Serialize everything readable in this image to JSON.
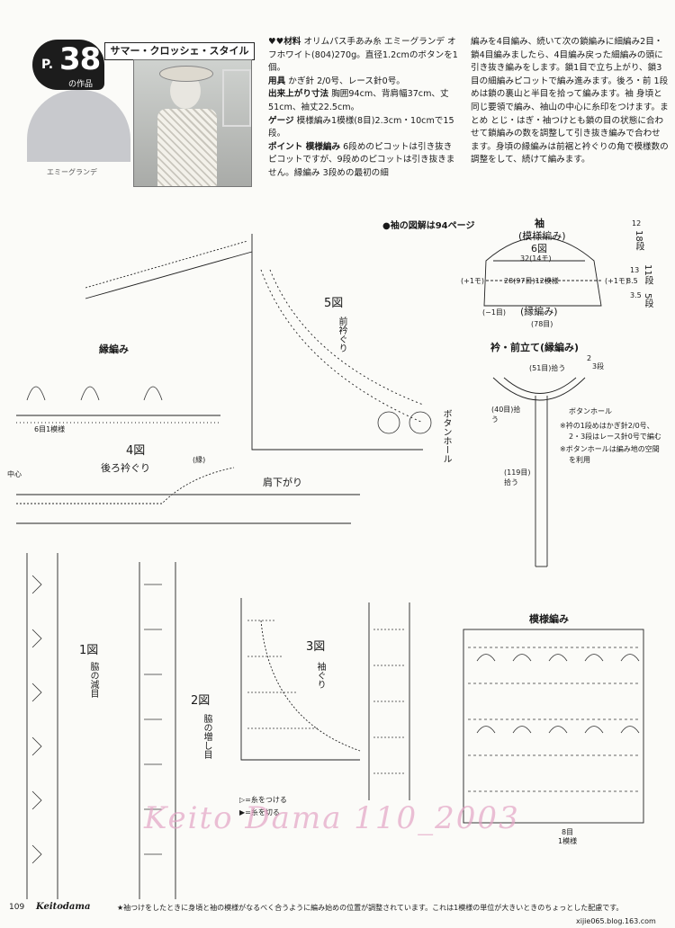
{
  "header": {
    "p_label": "P.",
    "number": "38",
    "works": "の作品",
    "style_title": "サマー・クロッシェ・スタイル",
    "swatch_label": "エミーグランデ"
  },
  "intro": {
    "col1": [
      {
        "k": "♥♥材料",
        "v": " オリムパス手あみ糸 エミーグランデ オフホワイト(804)270g。直径1.2cmのボタンを1個。"
      },
      {
        "k": "用具",
        "v": " かぎ針 2/0号、レース針0号。"
      },
      {
        "k": "出来上がり寸法",
        "v": " 胸囲94cm、背肩幅37cm、丈51cm、袖丈22.5cm。"
      },
      {
        "k": "ゲージ",
        "v": " 模様編み1模様(8目)2.3cm・10cmで15段。"
      },
      {
        "k": "ポイント 模様編み",
        "v": " 6段めのピコットは引き抜きピコットですが、9段めのピコットは引き抜きません。縁編み 3段めの最初の細"
      }
    ],
    "col2": "編みを4目編み、続いて次の鎖編みに細編み2目・鎖4目編みましたら、4目編み戻った細編みの頭に引き抜き編みをします。鎖1目で立ち上がり、鎖3目の細編みピコットで編み進みます。後ろ・前 1段めは鎖の裏山と半目を拾って編みます。袖 身頃と同じ要領で編み、袖山の中心に糸印をつけます。まとめ とじ・はぎ・袖つけとも鎖の目の状態に合わせて鎖編みの数を調整して引き抜き編みで合わせます。身頃の縁編みは前裾と衿ぐりの角で模様数の調整をして、続けて編みます。"
  },
  "labels": {
    "sleeve_ref": "●袖の図解は94ページ",
    "sleeve": "袖",
    "sleeve_sub": "(模様編み)",
    "fig6": "6図",
    "s32": "32(14モ)",
    "s28": "28(97目)12模様",
    "s1m": "(+1モ)",
    "s1m2": "(+1モ)",
    "edge": "(縁編み)",
    "s19": "(−1目)",
    "s78": "(78目)",
    "s12": "12",
    "s18": "18段",
    "s11": "11段",
    "s13": "13",
    "s85": "8.5",
    "s35": "3.5",
    "s5": "5段",
    "collar": "衿・前立て(縁編み)",
    "c51": "(51目)拾う",
    "c40": "(40目)拾う",
    "c119": "(119目)拾う",
    "buttonhole": "ボタンホール",
    "note1": "※衿の1段めはかぎ針2/0号、",
    "note2": "2・3段はレース針0号で編む",
    "note3": "※ボタンホールは編み地の空間",
    "note4": "を利用",
    "c2": "2",
    "c3": "3段",
    "fig5": "5図",
    "front_neck": "前衿ぐり",
    "edging": "縁編み",
    "repeat6": "6目1模様",
    "fig4": "4図",
    "back_neck": "後ろ衿ぐり",
    "shoulder": "肩下がり",
    "center": "中心",
    "edge_k": "(縁)",
    "buttonhole_v": "ボタンホール",
    "fig1": "1図",
    "side_dec": "脇の減目",
    "fig2": "2図",
    "side_inc": "脇の増し目",
    "fig3": "3図",
    "armhole": "袖ぐり",
    "pattern": "模様編み",
    "rep8": "8目",
    "rep8b": "1模様",
    "legend1": "▷=糸をつける",
    "legend2": "▶=糸を切る"
  },
  "footer": {
    "page": "109",
    "brand": "Keitodama",
    "note": "★袖つけをしたときに身頃と袖の模様がなるべく合うように編み始めの位置が調整されています。これは1模様の単位が大きいときのちょっとした配慮です。",
    "blog": "xijie065.blog.163.com"
  },
  "watermark": "Keito Dama 110_2003"
}
